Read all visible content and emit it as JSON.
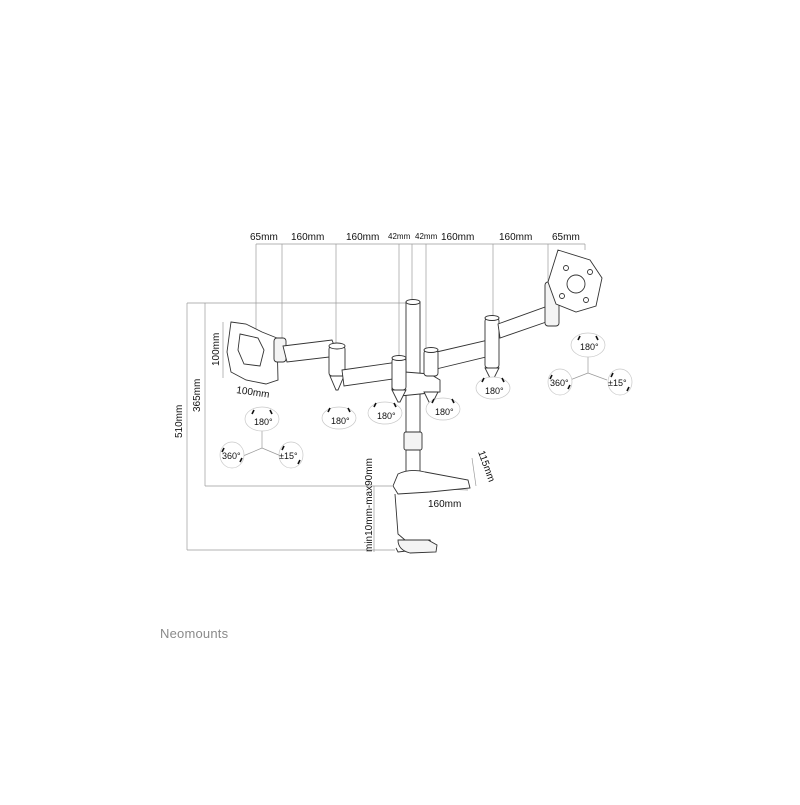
{
  "dimensions": {
    "top": [
      "65mm",
      "160mm",
      "160mm",
      "42mm",
      "42mm",
      "160mm",
      "160mm",
      "65mm"
    ],
    "vesa_height": "100mm",
    "vesa_width": "100mm",
    "arm_height": "365mm",
    "total_height": "510mm",
    "clamp_height": "115mm",
    "clamp_depth": "160mm",
    "desk_thickness": "min10mm-max90mm"
  },
  "rotations": {
    "joint": "180°",
    "rotate": "360°",
    "tilt": "±15°"
  },
  "brand": "Neomounts"
}
